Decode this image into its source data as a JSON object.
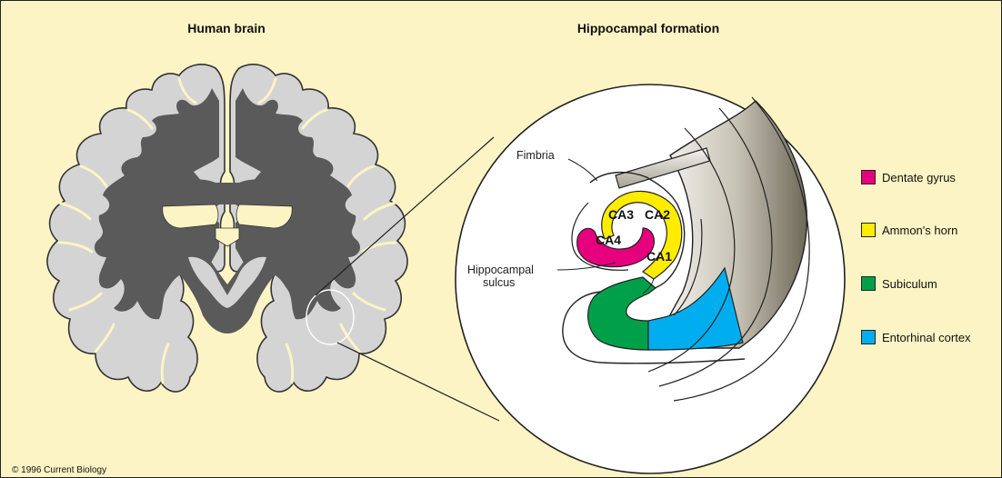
{
  "titles": {
    "brain": "Human brain",
    "hippocampus": "Hippocampal formation"
  },
  "labels": {
    "fimbria": "Fimbria",
    "sulcus_line1": "Hippocampal",
    "sulcus_line2": "sulcus",
    "ca1": "CA1",
    "ca2": "CA2",
    "ca3": "CA3",
    "ca4": "CA4"
  },
  "legend": [
    {
      "label": "Dentate gyrus",
      "color": "#e6007e"
    },
    {
      "label": "Ammon's horn",
      "color": "#ffec00"
    },
    {
      "label": "Subiculum",
      "color": "#00a04a"
    },
    {
      "label": "Entorhinal cortex",
      "color": "#00aeef"
    }
  ],
  "credit": "© 1996 Current Biology",
  "colors": {
    "background": "#fcf4c4",
    "gray_matter": "#d4d4d4",
    "white_matter": "#5a5a5a",
    "ventricles": "#fcf4c4"
  }
}
